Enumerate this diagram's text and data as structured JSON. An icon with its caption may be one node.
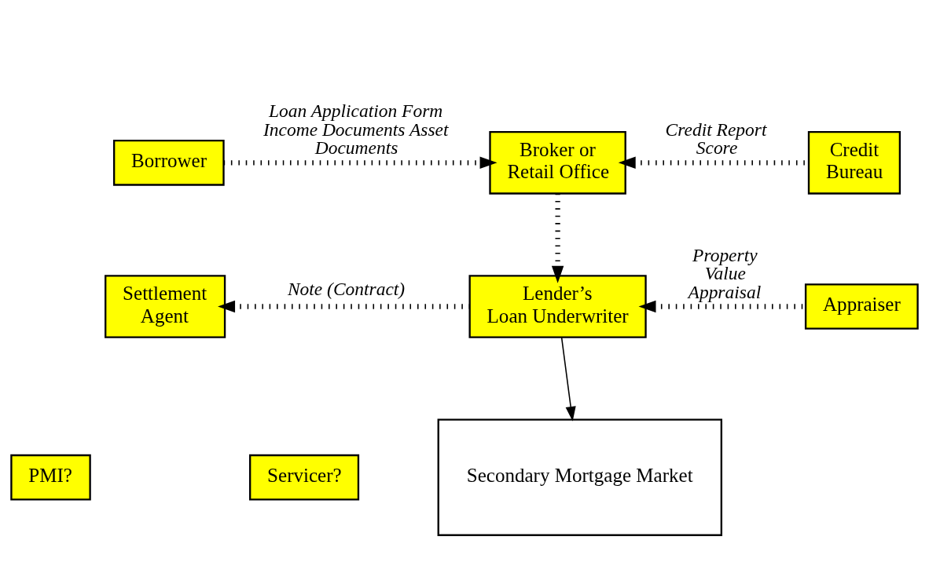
{
  "diagram": {
    "nodes": [
      {
        "text": [
          "Borrower"
        ]
      },
      {
        "text": [
          "Broker or Retail Office"
        ]
      },
      {
        "text": [
          "Credit Bureau"
        ]
      },
      {
        "text": [
          "Settlement Agent"
        ]
      },
      {
        "text": [
          "Lender’s Loan Underwriter"
        ]
      },
      {
        "text": [
          "Appraiser"
        ]
      },
      {
        "text": [
          "PMI?"
        ]
      },
      {
        "text": [
          "Servicer?"
        ]
      },
      {
        "text": [
          "Secondary Mortgage Market"
        ]
      }
    ],
    "edges": [
      {
        "from": 0,
        "to": 1,
        "arrow": "to",
        "style": "dashed",
        "label": "Loan Application Form Income Documents Asset Documents"
      },
      {
        "from": 2,
        "to": 1,
        "arrow": "to",
        "style": "dashed",
        "label": "Credit Report Score"
      },
      {
        "from": 1,
        "to": 4,
        "arrow": "to",
        "style": "dashed"
      },
      {
        "from": 4,
        "to": 3,
        "arrow": "to",
        "style": "dashed",
        "label": "Note (Contract)"
      },
      {
        "from": 5,
        "to": 4,
        "arrow": "to",
        "style": "dashed",
        "label": "Property Value Appraisal"
      },
      {
        "from": 4,
        "to": 8,
        "arrow": "to"
      }
    ]
  }
}
